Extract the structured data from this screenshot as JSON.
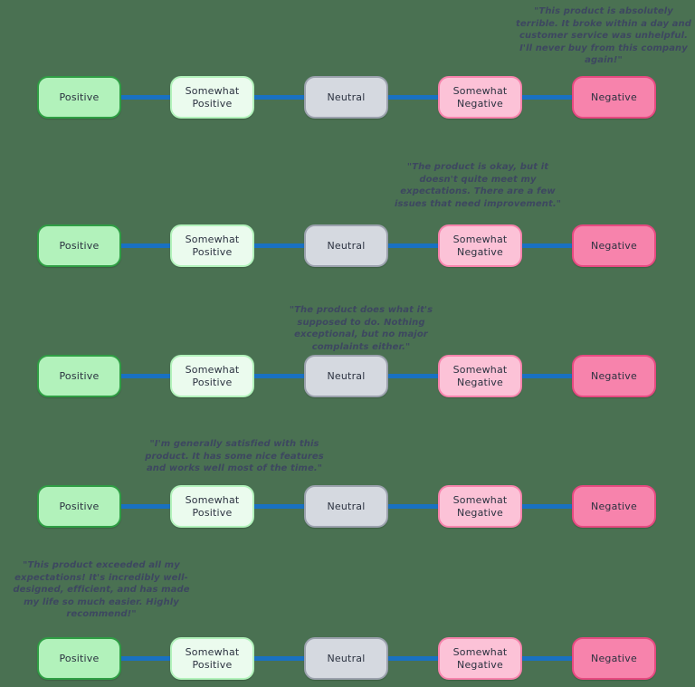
{
  "canvas": {
    "background": "#4a7152"
  },
  "scale": {
    "labels": [
      "Positive",
      "Somewhat Positive",
      "Neutral",
      "Somewhat Negative",
      "Negative"
    ],
    "node_colors": [
      {
        "fill": "#b2f2bb",
        "border": "#2f9e44"
      },
      {
        "fill": "#ebfbee",
        "border": "#b2f2bb"
      },
      {
        "fill": "#d5d9e0",
        "border": "#9ba1ad"
      },
      {
        "fill": "#fcc2d7",
        "border": "#f783ac"
      },
      {
        "fill": "#f783ac",
        "border": "#e64980"
      }
    ],
    "connector_color": "#1971c2",
    "label_color": "#2b3240"
  },
  "quote_color": "#3d4760",
  "reviews": [
    {
      "sentiment": "Negative",
      "quote": "\"This product is absolutely terrible. It broke within a day and customer service was unhelpful. I'll never buy from this company again!\""
    },
    {
      "sentiment": "Somewhat Negative",
      "quote": "\"The product is okay, but it doesn't quite meet my expectations. There are a few issues that need improvement.\""
    },
    {
      "sentiment": "Neutral",
      "quote": "\"The product does what it's supposed to do. Nothing exceptional, but no major complaints either.\""
    },
    {
      "sentiment": "Somewhat Positive",
      "quote": "\"I'm generally satisfied with this product. It has some nice features and works well most of the time.\""
    },
    {
      "sentiment": "Positive",
      "quote": "\"This product exceeded all my expectations! It's incredibly well-designed, efficient, and has made my life so much easier. Highly recommend!\""
    }
  ]
}
